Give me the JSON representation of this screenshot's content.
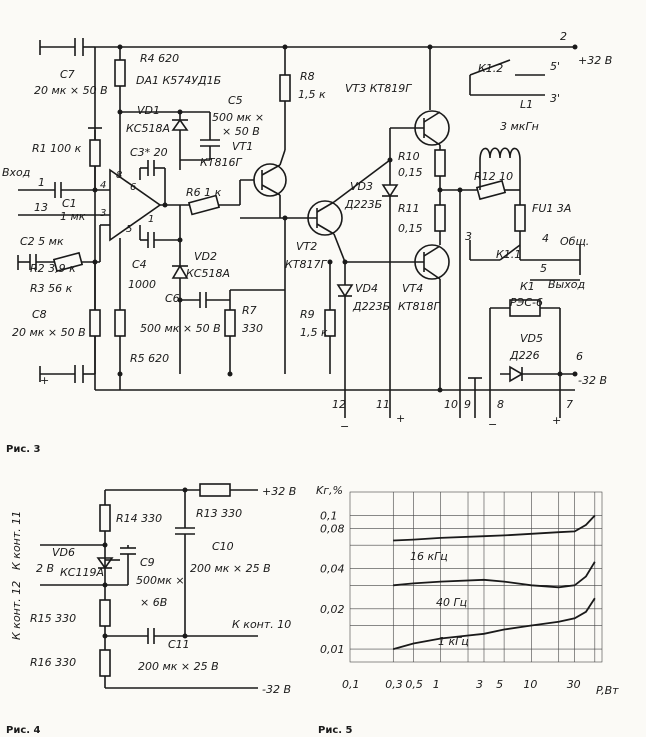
{
  "fig3": {
    "caption": "Рис. 3",
    "labels": {
      "C7": "C7",
      "C7_val": "20 мк × 50 В",
      "R4": "R4 620",
      "DA1": "DA1  К574УД1Б",
      "VD1": "VD1",
      "VD1_type": "КС518А",
      "C3": "C3* 20",
      "C5": "C5",
      "C5_val1": "500 мк ×",
      "C5_val2": "× 50 В",
      "VT1": "VT1",
      "VT1_type": "КТ816Г",
      "R8": "R8",
      "R8_val": "1,5 к",
      "VT3": "VT3  КТ819Г",
      "R1": "R1  100 к",
      "input": "Вход",
      "C1": "C1",
      "C1_val": "1 мк",
      "C2": "C2  5 мк",
      "R6": "R6  1 к",
      "VD3": "VD3",
      "VD3_type": "Д223Б",
      "R10": "R10",
      "R10_val": "0,15",
      "R11": "R11",
      "R11_val": "0,15",
      "R12": "R12  10",
      "FU1": "FU1  3А",
      "L1": "L1",
      "L1_val": "3 мкГн",
      "K12": "К1.2",
      "VT2": "VT2",
      "VT2_type": "КТ817Г",
      "VT4": "VT4",
      "VT4_type": "КТ818Г",
      "VD4": "VD4",
      "VD4_type": "Д223Б",
      "VD2": "VD2",
      "VD2_type": "КС518А",
      "C4": "C4",
      "C4_val": "1000",
      "C6": "C6",
      "R2": "R2  3,9 к",
      "R3": "R3  56 к",
      "C8": "C8",
      "C8_val": "20 мк × 50 В",
      "R5": "R5  620",
      "C6_val": "500 мк × 50 В",
      "R7": "R7",
      "R7_val": "330",
      "R9": "R9",
      "R9_val": "1,5 к",
      "K11": "К1.1",
      "K1": "К1",
      "K1_type": "РЭС-6",
      "VD5": "VD5",
      "VD5_type": "Д226",
      "common": "Общ.",
      "output": "Выход",
      "plus32": "+32 В",
      "minus32": "-32 В",
      "t2": "2",
      "t5p": "5'",
      "t3p": "3'",
      "t3": "3",
      "t4": "4",
      "t5": "5",
      "t6": "6",
      "t1": "1",
      "t13": "13",
      "t4pin": "4",
      "t8pin": "8",
      "t6pin": "6",
      "t3pin": "3",
      "t5pin": "5",
      "t1pin": "1",
      "t12": "12",
      "t11": "11",
      "t10": "10",
      "t9": "9",
      "t8": "8",
      "t7": "7",
      "minus": "−",
      "plus": "+"
    }
  },
  "fig4": {
    "caption": "Рис. 4",
    "labels": {
      "R14": "R14  330",
      "R13": "R13  330",
      "plus32": "+32 В",
      "kont11": "К конт. 11",
      "kont12": "К конт. 12",
      "VD6": "VD6",
      "VD6_type": "КС119А",
      "v2": "2 В",
      "C9": "C9",
      "C9_val1": "500мк ×",
      "C9_val2": "× 6В",
      "C10": "C10",
      "C10_val": "200 мк × 25 В",
      "R15": "R15  330",
      "R16": "R16  330",
      "kont10": "К конт. 10",
      "C11": "C11",
      "C11_val": "200 мк × 25 В",
      "minus32": "-32 В"
    }
  },
  "fig5": {
    "caption": "Рис. 5",
    "ylabel": "Kг,%",
    "xlabel": "P,Вт",
    "y_ticks": [
      "0,1",
      "0,08",
      "0,04",
      "0,02",
      "0,01"
    ],
    "x_ticks": [
      "0,1",
      "0,3",
      "0,5",
      "1",
      "3",
      "5",
      "10",
      "30"
    ],
    "curve_labels": [
      "16 кГц",
      "40 Гц",
      "1 кГц"
    ]
  },
  "chart_data": {
    "type": "line",
    "title": "",
    "xlabel": "P,Вт",
    "ylabel": "Kг,%",
    "x_scale": "log",
    "y_scale": "log",
    "xlim": [
      0.1,
      60
    ],
    "ylim": [
      0.008,
      0.15
    ],
    "grid": true,
    "series": [
      {
        "name": "16 кГц",
        "x": [
          0.3,
          0.5,
          1,
          3,
          5,
          10,
          20,
          30,
          40,
          50
        ],
        "y": [
          0.065,
          0.066,
          0.068,
          0.07,
          0.071,
          0.073,
          0.075,
          0.076,
          0.085,
          0.1
        ]
      },
      {
        "name": "40 Гц",
        "x": [
          0.3,
          0.5,
          1,
          3,
          5,
          10,
          20,
          30,
          40,
          50
        ],
        "y": [
          0.03,
          0.031,
          0.032,
          0.033,
          0.032,
          0.03,
          0.029,
          0.03,
          0.035,
          0.045
        ]
      },
      {
        "name": "1 кГц",
        "x": [
          0.3,
          0.5,
          1,
          3,
          5,
          10,
          20,
          30,
          40,
          50
        ],
        "y": [
          0.01,
          0.011,
          0.012,
          0.013,
          0.014,
          0.015,
          0.016,
          0.017,
          0.019,
          0.024
        ]
      }
    ]
  }
}
